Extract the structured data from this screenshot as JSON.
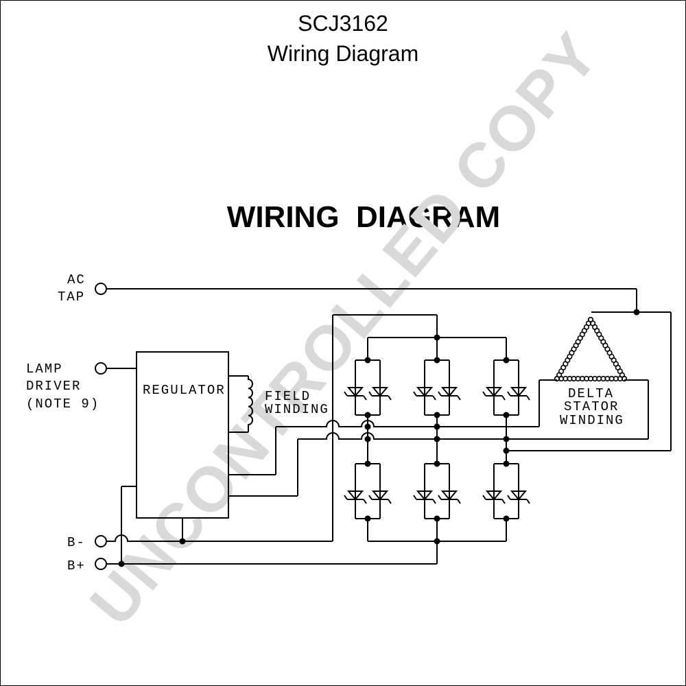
{
  "header": {
    "part_number": "SCJ3162",
    "subtitle": "Wiring Diagram",
    "heading": "WIRING  DIAGRAM"
  },
  "watermark": "UNCONTROLLED COPY",
  "terminals": {
    "ac_tap": [
      "AC",
      "TAP"
    ],
    "lamp_driver": [
      "LAMP",
      "DRIVER",
      "(NOTE 9)"
    ],
    "b_minus": "B-",
    "b_plus": "B+"
  },
  "components": {
    "regulator": "REGULATOR",
    "field_winding": [
      "FIELD",
      "WINDING"
    ],
    "stator": [
      "DELTA",
      "STATOR",
      "WINDING"
    ]
  },
  "colors": {
    "line": "#000000",
    "watermark": "#d9d9d9"
  }
}
